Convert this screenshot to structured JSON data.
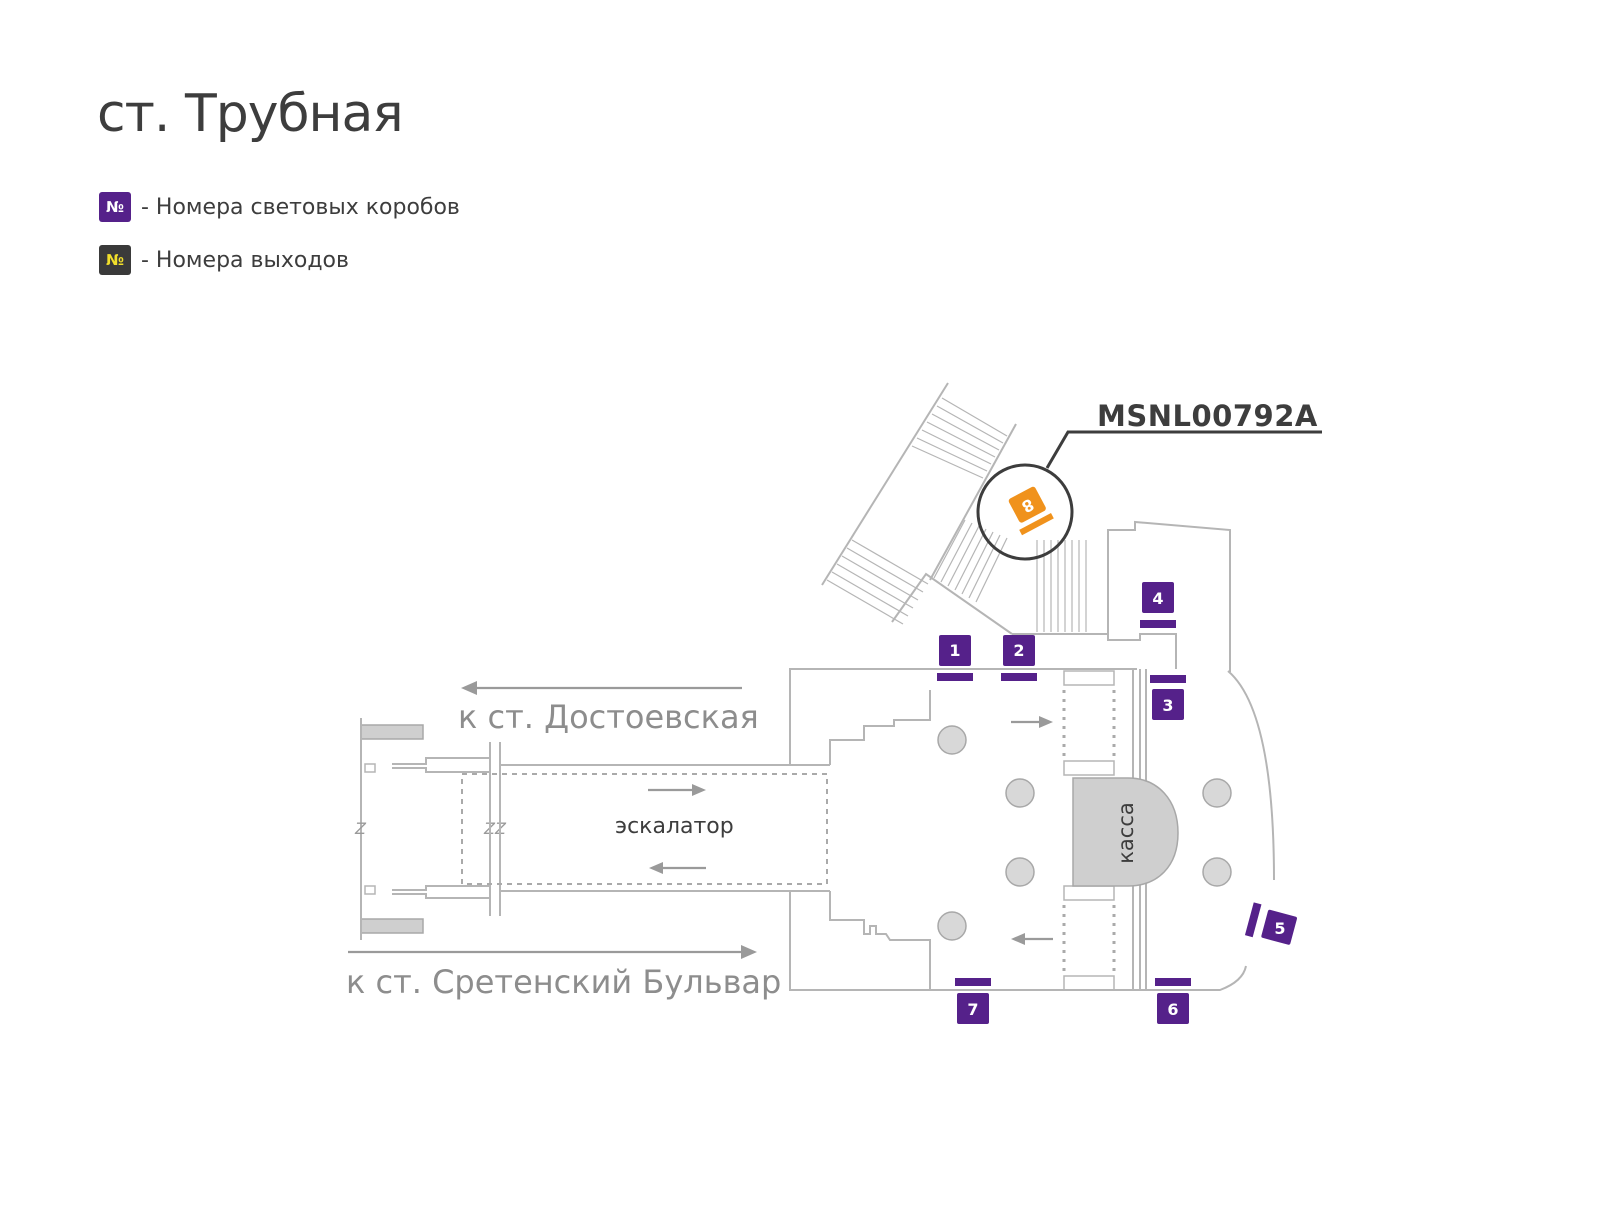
{
  "title": "ст. Трубная",
  "legend": [
    {
      "badge": "№",
      "text": "- Номера световых коробов",
      "color": "#55218a"
    },
    {
      "badge": "№",
      "text": "- Номера выходов",
      "color": "#3a3a3a",
      "text_color": "#f2e02b"
    }
  ],
  "map": {
    "direction_dostoevskaya": "к ст. Достоевская",
    "direction_sretensky": "к ст. Сретенский Бульвар",
    "escalator_label": "эскалатор",
    "ticket_office_label": "касса",
    "highlight_code": "MSNL00792A",
    "lightboxes": [
      "1",
      "2",
      "3",
      "4",
      "5",
      "6",
      "7"
    ],
    "exit_number": "8",
    "colors": {
      "lightbox": "#55218a",
      "exit": "#f0921c",
      "walls": "#b5b5b5"
    }
  }
}
